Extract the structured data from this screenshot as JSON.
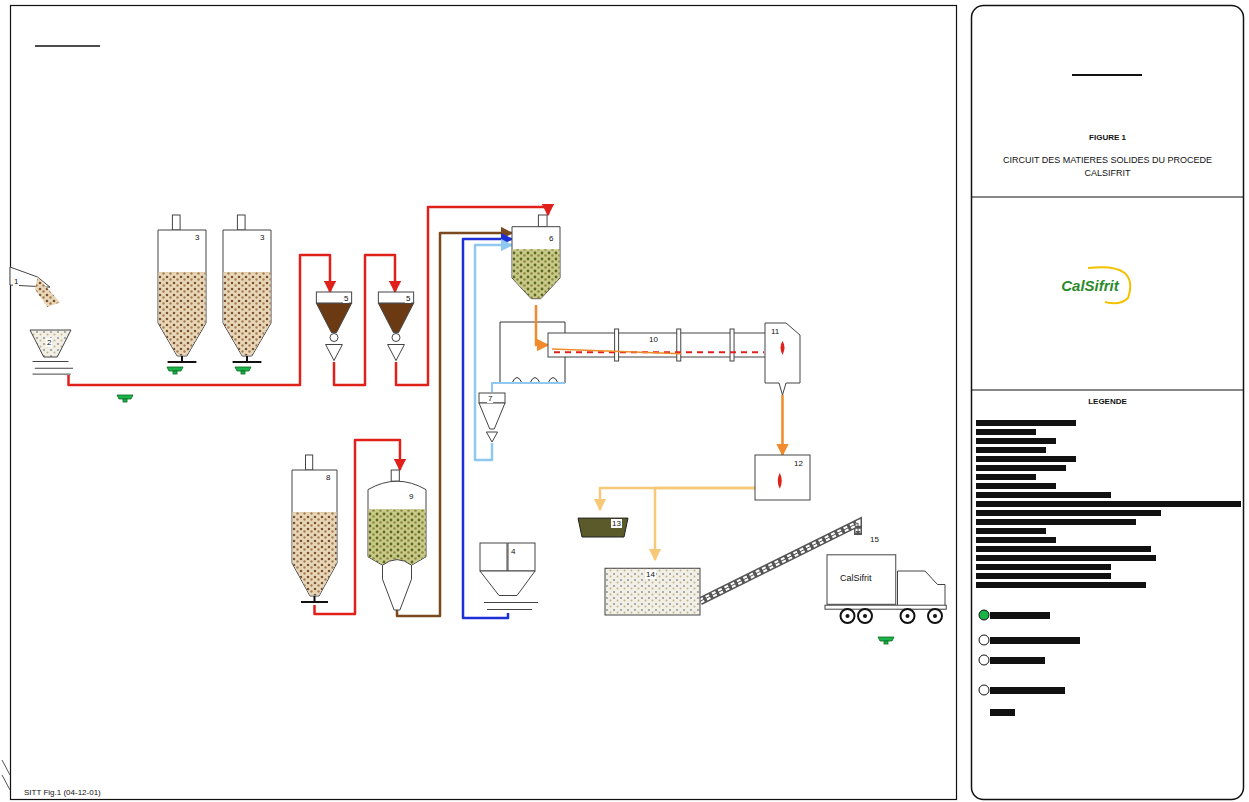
{
  "diagram": {
    "nodes": [
      {
        "text": [
          "FIGURE 1",
          "CIRCUIT DES MATIERES SOLIDES DU PROCEDE CALSIFRIT"
        ]
      },
      {
        "text": [
          "CalSifrit"
        ]
      },
      {
        "text": [
          "LEGENDE"
        ]
      },
      {
        "text": [
          "1"
        ]
      },
      {
        "text": [
          "2"
        ]
      },
      {
        "text": [
          "3"
        ]
      },
      {
        "text": [
          "3"
        ]
      },
      {
        "text": [
          "5"
        ]
      },
      {
        "text": [
          "5"
        ]
      },
      {
        "text": [
          "6"
        ]
      },
      {
        "text": [
          "10"
        ]
      },
      {
        "text": [
          "11"
        ]
      },
      {
        "text": [
          "7"
        ]
      },
      {
        "text": [
          "8"
        ]
      },
      {
        "text": [
          "9"
        ]
      },
      {
        "text": [
          "4"
        ]
      },
      {
        "text": [
          "12"
        ]
      },
      {
        "text": [
          "13"
        ]
      },
      {
        "text": [
          "14"
        ]
      },
      {
        "text": [
          "15",
          "CalSifrit"
        ]
      }
    ],
    "edges": [
      {
        "from": 4,
        "to": 7,
        "arrow": "to"
      },
      {
        "from": 7,
        "to": 8,
        "arrow": "to"
      },
      {
        "from": 8,
        "to": 9,
        "arrow": "to"
      },
      {
        "from": 13,
        "to": 14,
        "arrow": "to"
      },
      {
        "from": 14,
        "to": 9,
        "arrow": "to"
      },
      {
        "from": 15,
        "to": 9,
        "arrow": "to"
      },
      {
        "from": 12,
        "to": 9,
        "arrow": "to"
      },
      {
        "from": 9,
        "to": 10,
        "arrow": "to"
      },
      {
        "from": 10,
        "to": 11,
        "arrow": "to"
      },
      {
        "from": 11,
        "to": 16,
        "arrow": "to"
      },
      {
        "from": 16,
        "to": 17,
        "arrow": "to"
      },
      {
        "from": 16,
        "to": 18,
        "arrow": "to"
      },
      {
        "from": 18,
        "to": 19,
        "arrow": "to"
      }
    ],
    "labels": [
      "SITT Fig.1 (04-12-01)"
    ]
  }
}
